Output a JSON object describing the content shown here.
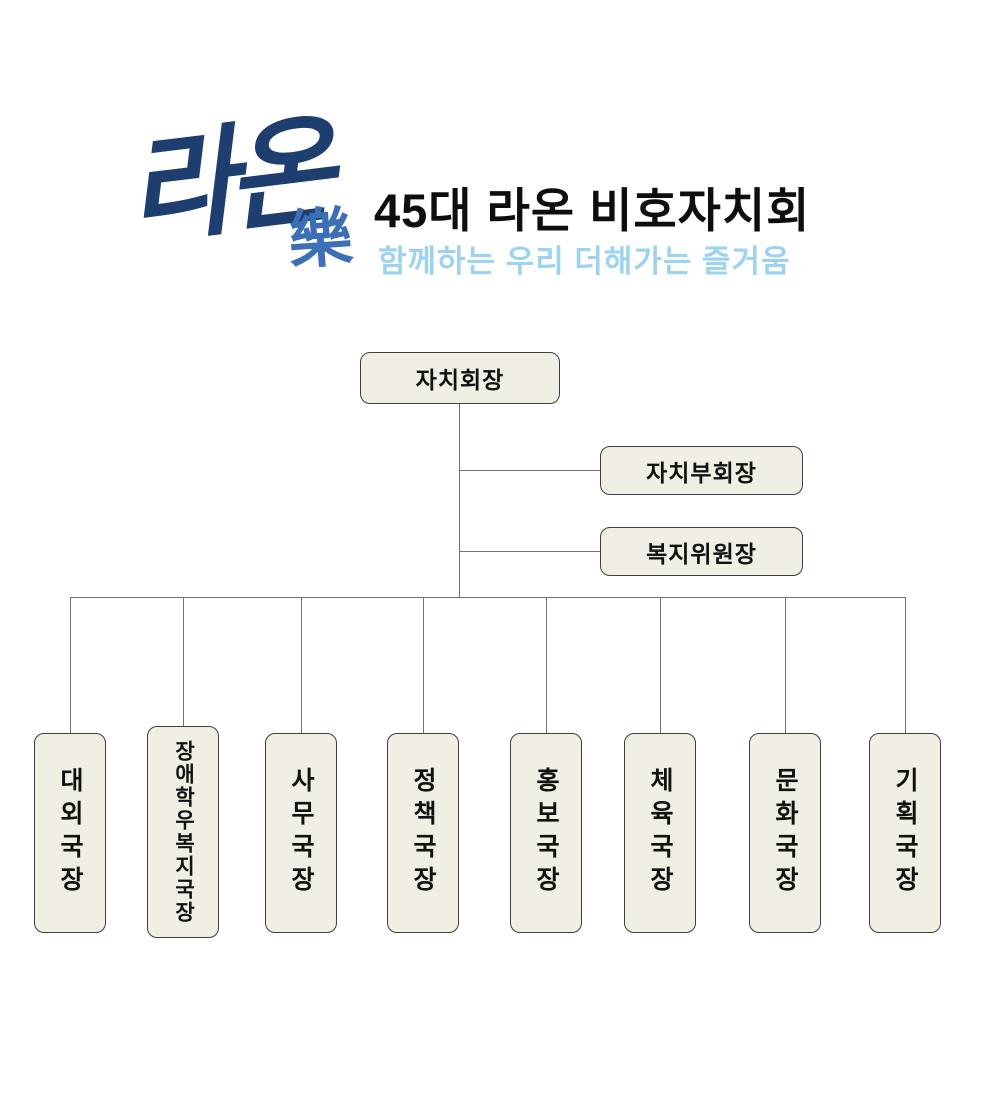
{
  "header": {
    "logo_text": "라온",
    "logo_hanja": "樂",
    "title": "45대 라온 비호자치회",
    "subtitle": "함께하는 우리 더해가는 즐거움",
    "title_color": "#0e0e0e",
    "subtitle_color": "#9ed3ef",
    "logo_color": "#1d3e6f"
  },
  "org_chart": {
    "root": {
      "label": "자치회장"
    },
    "side_nodes": [
      {
        "label": "자치부회장"
      },
      {
        "label": "복지위원장"
      }
    ],
    "departments": [
      {
        "label": "대외국장"
      },
      {
        "label": "장애학우복지국장"
      },
      {
        "label": "사무국장"
      },
      {
        "label": "정책국장"
      },
      {
        "label": "홍보국장"
      },
      {
        "label": "체육국장"
      },
      {
        "label": "문화국장"
      },
      {
        "label": "기획국장"
      }
    ],
    "box_fill": "#f1efe3",
    "box_border": "#3f3f3f",
    "line_color": "#707070"
  }
}
